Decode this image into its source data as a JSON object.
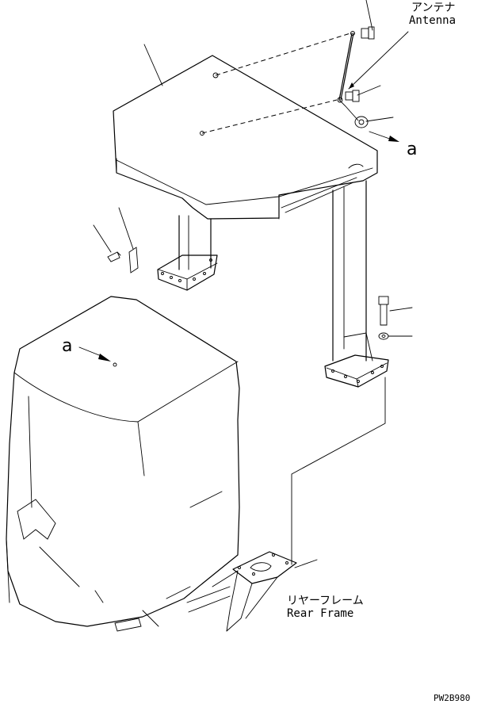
{
  "labels": {
    "antenna_jp": "アンテナ",
    "antenna_en": "Antenna",
    "rear_frame_jp": "リヤーフレーム",
    "rear_frame_en": "Rear Frame",
    "view_ref_top": "a",
    "view_ref_body": "a",
    "drawing_code": "PW2B980"
  }
}
